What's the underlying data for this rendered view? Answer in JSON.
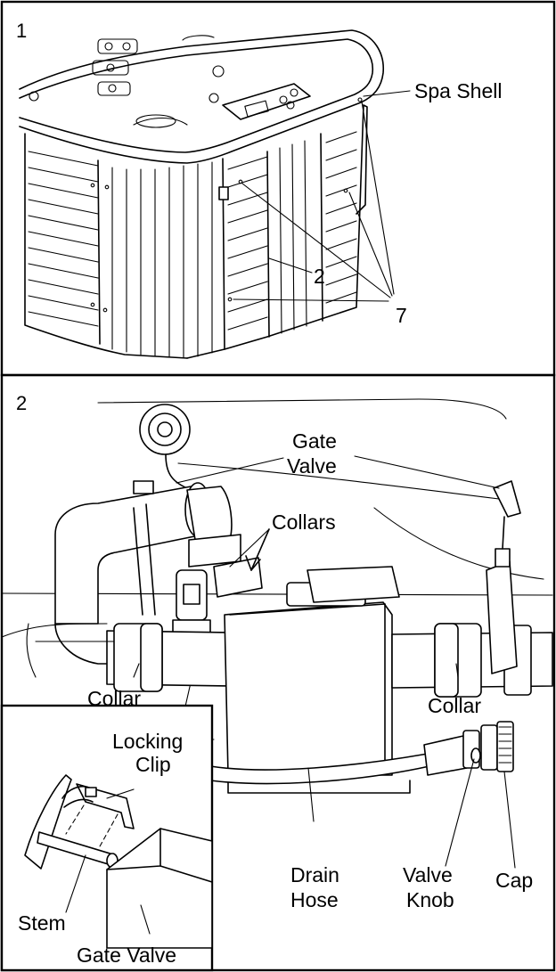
{
  "panel1": {
    "number": "1",
    "labels": {
      "spa_shell": "Spa Shell",
      "callout_2": "2",
      "callout_7": "7"
    }
  },
  "panel2": {
    "number": "2",
    "labels": {
      "gate_valve_line1": "Gate",
      "gate_valve_line2": "Valve",
      "collars": "Collars",
      "collar_left": "Collar",
      "collar_right": "Collar",
      "drain_hose_line1": "Drain",
      "drain_hose_line2": "Hose",
      "valve_knob_line1": "Valve",
      "valve_knob_line2": "Knob",
      "cap": "Cap"
    },
    "inset": {
      "locking_clip_line1": "Locking",
      "locking_clip_line2": "Clip",
      "stem": "Stem",
      "gate_valve": "Gate Valve"
    }
  }
}
